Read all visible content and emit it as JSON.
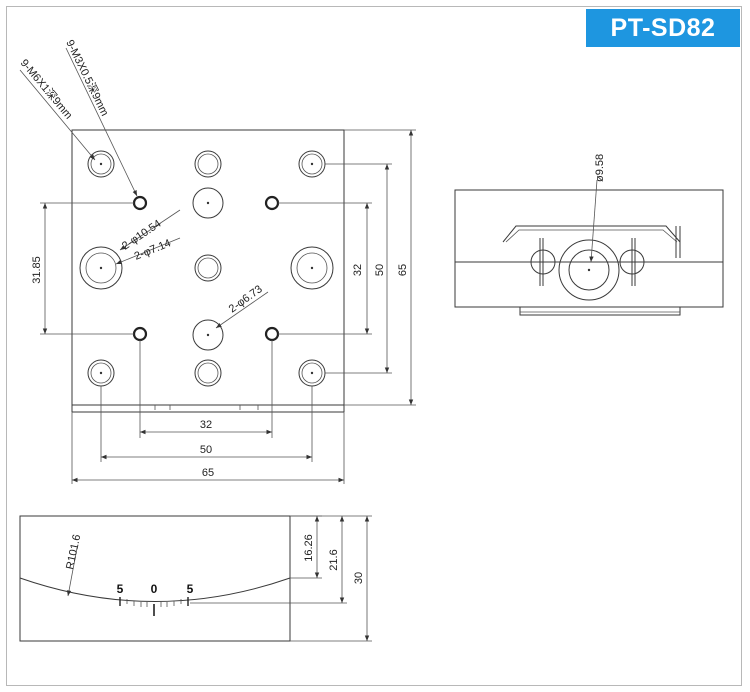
{
  "header": {
    "model": "PT-SD82"
  },
  "top_view": {
    "callouts": {
      "m6": "9-M6X1深9mm",
      "m3": "9-M3X0.5深9mm",
      "d1054": "2-φ10.54",
      "d714": "2-φ7.14",
      "d673": "2-φ6.73"
    },
    "dims": {
      "left": "31.85",
      "inner_h": "32",
      "mid_h": "50",
      "outer_h": "65",
      "bottom_inner": "32",
      "bottom_mid": "50",
      "bottom_outer": "65"
    }
  },
  "side_view": {
    "dim": "ø9.58"
  },
  "front_view": {
    "radius": "R101.6",
    "dims": {
      "d1": "16.26",
      "d2": "21.6",
      "d3": "30"
    },
    "scale": {
      "left": "5",
      "center": "0",
      "right": "5"
    }
  }
}
